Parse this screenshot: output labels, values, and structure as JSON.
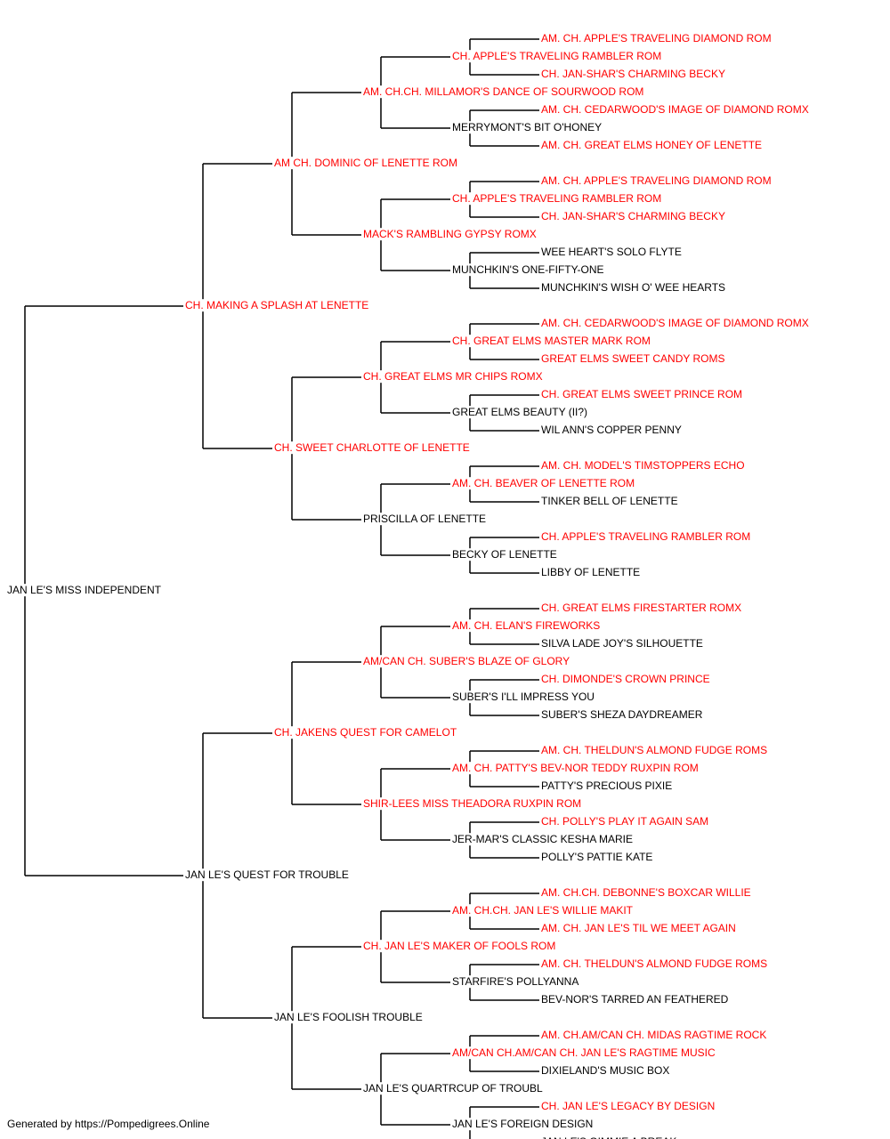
{
  "colors": {
    "titled": "#ff0000",
    "plain": "#000000",
    "line": "#000000"
  },
  "footer": {
    "text": "Generated by https://Pompedigrees.Online"
  },
  "pedigree": {
    "name": "JAN LE'S MISS INDEPENDENT",
    "titled": false,
    "sire": {
      "name": "CH. MAKING A SPLASH AT LENETTE",
      "titled": true,
      "sire": {
        "name": "AM CH. DOMINIC OF LENETTE ROM",
        "titled": true,
        "sire": {
          "name": "AM. CH.CH. MILLAMOR'S DANCE OF SOURWOOD ROM",
          "titled": true,
          "sire": {
            "name": "CH. APPLE'S TRAVELING RAMBLER ROM",
            "titled": true,
            "sire": {
              "name": "AM. CH. APPLE'S TRAVELING DIAMOND ROM",
              "titled": true
            },
            "dam": {
              "name": "CH. JAN-SHAR'S CHARMING BECKY",
              "titled": true
            }
          },
          "dam": {
            "name": "MERRYMONT'S BIT O'HONEY",
            "titled": false,
            "sire": {
              "name": "AM. CH. CEDARWOOD'S IMAGE OF DIAMOND ROMX",
              "titled": true
            },
            "dam": {
              "name": "AM. CH. GREAT ELMS HONEY OF LENETTE",
              "titled": true
            }
          }
        },
        "dam": {
          "name": "MACK'S RAMBLING GYPSY ROMX",
          "titled": true,
          "sire": {
            "name": "CH. APPLE'S TRAVELING RAMBLER ROM",
            "titled": true,
            "sire": {
              "name": "AM. CH. APPLE'S TRAVELING DIAMOND ROM",
              "titled": true
            },
            "dam": {
              "name": "CH. JAN-SHAR'S CHARMING BECKY",
              "titled": true
            }
          },
          "dam": {
            "name": "MUNCHKIN'S ONE-FIFTY-ONE",
            "titled": false,
            "sire": {
              "name": "WEE HEART'S SOLO FLYTE",
              "titled": false
            },
            "dam": {
              "name": "MUNCHKIN'S WISH O' WEE HEARTS",
              "titled": false
            }
          }
        }
      },
      "dam": {
        "name": "CH. SWEET CHARLOTTE OF LENETTE",
        "titled": true,
        "sire": {
          "name": "CH. GREAT ELMS MR CHIPS ROMX",
          "titled": true,
          "sire": {
            "name": "CH. GREAT ELMS MASTER MARK ROM",
            "titled": true,
            "sire": {
              "name": "AM. CH. CEDARWOOD'S IMAGE OF DIAMOND ROMX",
              "titled": true
            },
            "dam": {
              "name": "GREAT ELMS SWEET CANDY ROMS",
              "titled": true
            }
          },
          "dam": {
            "name": "GREAT ELMS BEAUTY (II?)",
            "titled": false,
            "sire": {
              "name": "CH. GREAT ELMS SWEET PRINCE ROM",
              "titled": true
            },
            "dam": {
              "name": "WIL ANN'S COPPER PENNY",
              "titled": false
            }
          }
        },
        "dam": {
          "name": "PRISCILLA OF LENETTE",
          "titled": false,
          "sire": {
            "name": "AM. CH. BEAVER OF LENETTE ROM",
            "titled": true,
            "sire": {
              "name": "AM. CH. MODEL'S TIMSTOPPERS ECHO",
              "titled": true
            },
            "dam": {
              "name": "TINKER BELL OF LENETTE",
              "titled": false
            }
          },
          "dam": {
            "name": "BECKY OF LENETTE",
            "titled": false,
            "sire": {
              "name": "CH. APPLE'S TRAVELING RAMBLER ROM",
              "titled": true
            },
            "dam": {
              "name": "LIBBY OF LENETTE",
              "titled": false
            }
          }
        }
      }
    },
    "dam": {
      "name": "JAN LE'S QUEST FOR TROUBLE",
      "titled": false,
      "sire": {
        "name": "CH. JAKENS QUEST FOR CAMELOT",
        "titled": true,
        "sire": {
          "name": "AM/CAN CH. SUBER'S BLAZE OF GLORY",
          "titled": true,
          "sire": {
            "name": "AM. CH. ELAN'S FIREWORKS",
            "titled": true,
            "sire": {
              "name": "CH. GREAT ELMS FIRESTARTER ROMX",
              "titled": true
            },
            "dam": {
              "name": "SILVA LADE JOY'S SILHOUETTE",
              "titled": false
            }
          },
          "dam": {
            "name": "SUBER'S I'LL IMPRESS YOU",
            "titled": false,
            "sire": {
              "name": "CH. DIMONDE'S CROWN PRINCE",
              "titled": true
            },
            "dam": {
              "name": "SUBER'S SHEZA DAYDREAMER",
              "titled": false
            }
          }
        },
        "dam": {
          "name": "SHIR-LEES MISS THEADORA RUXPIN ROM",
          "titled": true,
          "sire": {
            "name": "AM. CH. PATTY'S BEV-NOR TEDDY RUXPIN ROM",
            "titled": true,
            "sire": {
              "name": "AM. CH. THELDUN'S ALMOND FUDGE ROMS",
              "titled": true
            },
            "dam": {
              "name": "PATTY'S PRECIOUS PIXIE",
              "titled": false
            }
          },
          "dam": {
            "name": "JER-MAR'S CLASSIC KESHA MARIE",
            "titled": false,
            "sire": {
              "name": "CH. POLLY'S PLAY IT AGAIN SAM",
              "titled": true
            },
            "dam": {
              "name": "POLLY'S PATTIE KATE",
              "titled": false
            }
          }
        }
      },
      "dam": {
        "name": "JAN LE'S FOOLISH TROUBLE",
        "titled": false,
        "sire": {
          "name": "CH. JAN LE'S MAKER OF FOOLS ROM",
          "titled": true,
          "sire": {
            "name": "AM. CH.CH. JAN LE'S WILLIE MAKIT",
            "titled": true,
            "sire": {
              "name": "AM. CH.CH. DEBONNE'S BOXCAR WILLIE",
              "titled": true
            },
            "dam": {
              "name": "AM. CH. JAN LE'S TIL WE MEET AGAIN",
              "titled": true
            }
          },
          "dam": {
            "name": "STARFIRE'S POLLYANNA",
            "titled": false,
            "sire": {
              "name": "AM. CH. THELDUN'S ALMOND FUDGE ROMS",
              "titled": true
            },
            "dam": {
              "name": "BEV-NOR'S TARRED AN FEATHERED",
              "titled": false
            }
          }
        },
        "dam": {
          "name": "JAN LE'S QUARTRCUP OF TROUBL",
          "titled": false,
          "sire": {
            "name": "AM/CAN CH.AM/CAN CH. JAN LE'S RAGTIME MUSIC",
            "titled": true,
            "sire": {
              "name": "AM. CH.AM/CAN CH. MIDAS RAGTIME ROCK",
              "titled": true
            },
            "dam": {
              "name": "DIXIELAND'S MUSIC BOX",
              "titled": false
            }
          },
          "dam": {
            "name": "JAN LE'S FOREIGN DESIGN",
            "titled": false,
            "sire": {
              "name": "CH. JAN LE'S LEGACY BY DESIGN",
              "titled": true
            },
            "dam": {
              "name": "JAN LE'S GIMMIE A BREAK",
              "titled": false
            }
          }
        }
      }
    }
  }
}
